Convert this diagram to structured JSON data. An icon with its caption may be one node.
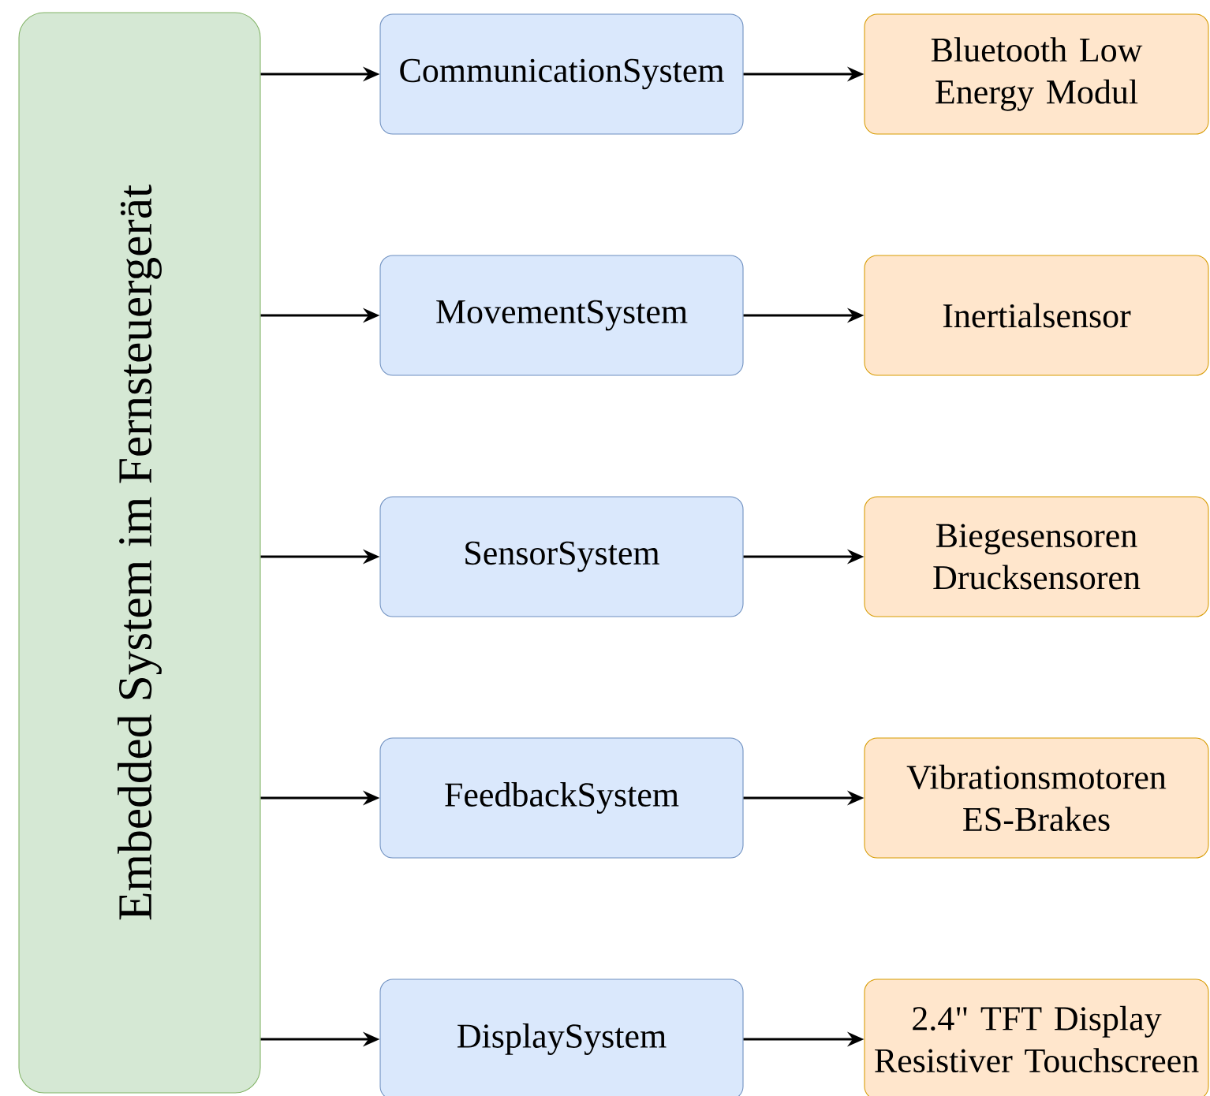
{
  "diagram": {
    "nodes": [
      {
        "text": [
          "Embedded System im Fernsteuergerät"
        ]
      },
      {
        "text": [
          "CommunicationSystem"
        ]
      },
      {
        "text": [
          "Bluetooth Low Energy Modul"
        ]
      },
      {
        "text": [
          "MovementSystem"
        ]
      },
      {
        "text": [
          "Inertialsensor"
        ]
      },
      {
        "text": [
          "SensorSystem"
        ]
      },
      {
        "text": [
          "Biegesensoren Drucksensoren"
        ]
      },
      {
        "text": [
          "FeedbackSystem"
        ]
      },
      {
        "text": [
          "Vibrationsmotoren ES-Brakes"
        ]
      },
      {
        "text": [
          "DisplaySystem"
        ]
      },
      {
        "text": [
          "2.4\" TFT Display Resistiver Touchscreen"
        ]
      }
    ],
    "edges": [
      {
        "from": 0,
        "to": 1,
        "arrow": "to"
      },
      {
        "from": 1,
        "to": 2,
        "arrow": "to"
      },
      {
        "from": 0,
        "to": 3,
        "arrow": "to"
      },
      {
        "from": 3,
        "to": 4,
        "arrow": "to"
      },
      {
        "from": 0,
        "to": 5,
        "arrow": "to"
      },
      {
        "from": 5,
        "to": 6,
        "arrow": "to"
      },
      {
        "from": 0,
        "to": 7,
        "arrow": "to"
      },
      {
        "from": 7,
        "to": 8,
        "arrow": "to"
      },
      {
        "from": 0,
        "to": 9,
        "arrow": "to"
      },
      {
        "from": 9,
        "to": 10,
        "arrow": "to"
      }
    ]
  }
}
